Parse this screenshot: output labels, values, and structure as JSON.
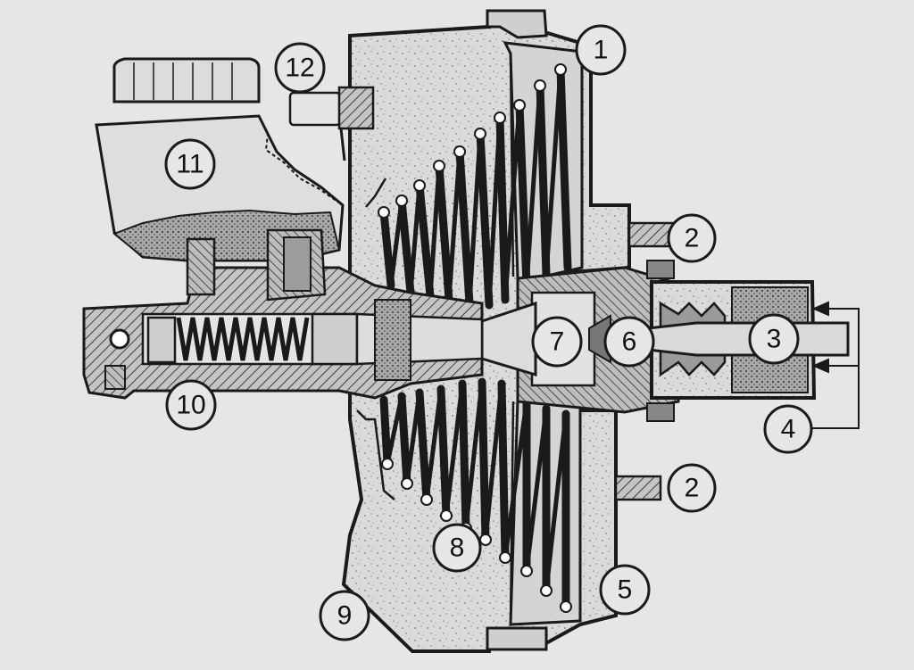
{
  "diagram": {
    "subject": "vacuum brake booster with master cylinder, cross-section",
    "colors": {
      "background": "#e6e6e6",
      "ink": "#1a1a1a",
      "speckle_fill": "#cfcfcf",
      "hatch_fill": "#b9b9b9"
    },
    "callouts": [
      {
        "id": "callout-1",
        "label": "1"
      },
      {
        "id": "callout-2-top",
        "label": "2"
      },
      {
        "id": "callout-2-bottom",
        "label": "2"
      },
      {
        "id": "callout-3",
        "label": "3"
      },
      {
        "id": "callout-4",
        "label": "4"
      },
      {
        "id": "callout-5",
        "label": "5"
      },
      {
        "id": "callout-6",
        "label": "6"
      },
      {
        "id": "callout-7",
        "label": "7"
      },
      {
        "id": "callout-8",
        "label": "8"
      },
      {
        "id": "callout-9",
        "label": "9"
      },
      {
        "id": "callout-10",
        "label": "10"
      },
      {
        "id": "callout-11",
        "label": "11"
      },
      {
        "id": "callout-12",
        "label": "12"
      }
    ]
  }
}
